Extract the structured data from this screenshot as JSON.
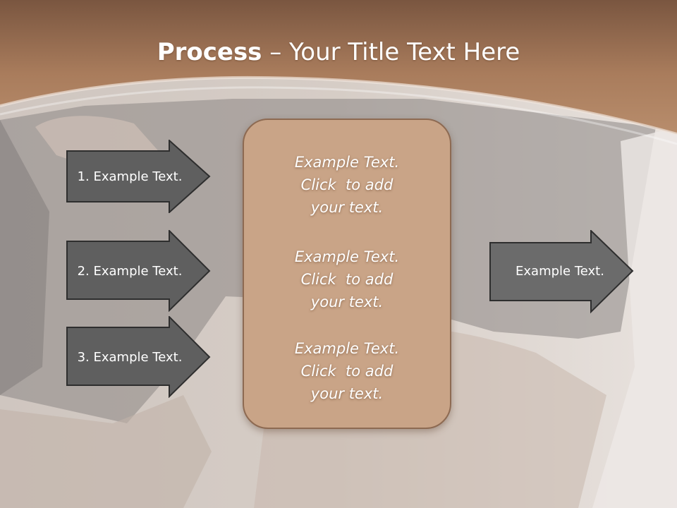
{
  "title": {
    "bold": "Process",
    "rest": " – Your Title Text Here"
  },
  "left_arrows": [
    {
      "label": "1. Example Text."
    },
    {
      "label": "2. Example Text."
    },
    {
      "label": "3. Example Text."
    }
  ],
  "center_blocks": [
    {
      "line1": "Example Text.",
      "line2": "Click  to add",
      "line3": "your text."
    },
    {
      "line1": "Example Text.",
      "line2": "Click  to add",
      "line3": "your text."
    },
    {
      "line1": "Example Text.",
      "line2": "Click  to add",
      "line3": "your text."
    }
  ],
  "right_arrow": {
    "label": "Example Text."
  },
  "colors": {
    "header_brown": "#a87a5a",
    "box_tan": "#c9a487",
    "arrow_gray": "#5f5f5f",
    "arrow_border": "#2e2e2e"
  }
}
